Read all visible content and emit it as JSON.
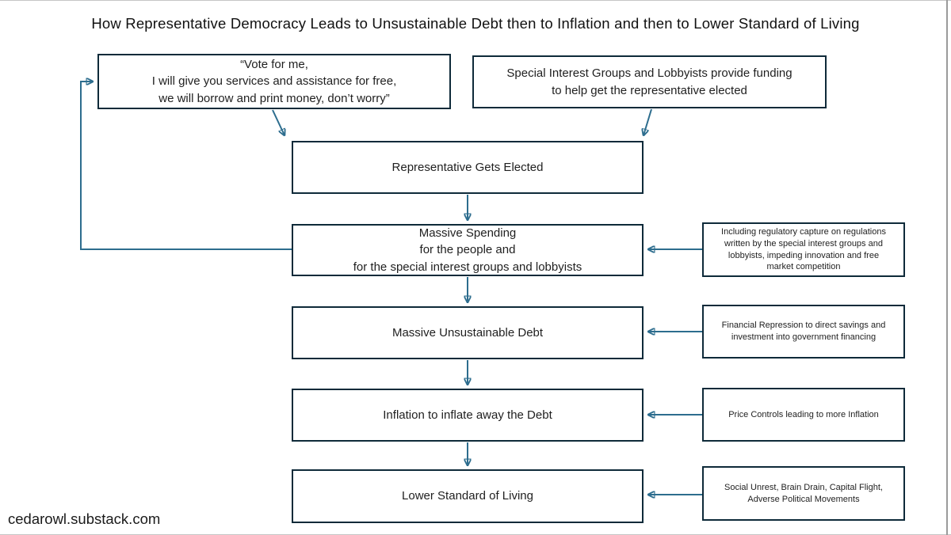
{
  "title": "How Representative Democracy Leads to Unsustainable Debt then to Inflation and then to Lower Standard of Living",
  "watermark": "cedarowl.substack.com",
  "colors": {
    "box_border": "#0e2a39",
    "arrow": "#2d6d8e",
    "text": "#1f1f1f",
    "background": "#ffffff"
  },
  "flow": {
    "vote_promise": "“Vote for me,\nI will give you services and assistance for free,\nwe will borrow and print money, don’t worry”",
    "special_interest": "Special Interest Groups and Lobbyists provide funding\nto help get the representative elected",
    "elected": "Representative Gets Elected",
    "massive_spending": "Massive Spending\nfor the people and\nfor the special interest groups and lobbyists",
    "debt": "Massive Unsustainable Debt",
    "inflation": "Inflation to inflate away the Debt",
    "lower_standard": "Lower Standard of Living"
  },
  "side_notes": {
    "regulatory_capture": "Including regulatory capture on regulations\nwritten by the special interest groups and\nlobbyists, impeding innovation and free\nmarket competition",
    "financial_repression": "Financial Repression to direct savings and\ninvestment into government financing",
    "price_controls": "Price Controls leading to more Inflation",
    "social_unrest": "Social Unrest, Brain Drain, Capital Flight,\nAdverse Political Movements"
  }
}
